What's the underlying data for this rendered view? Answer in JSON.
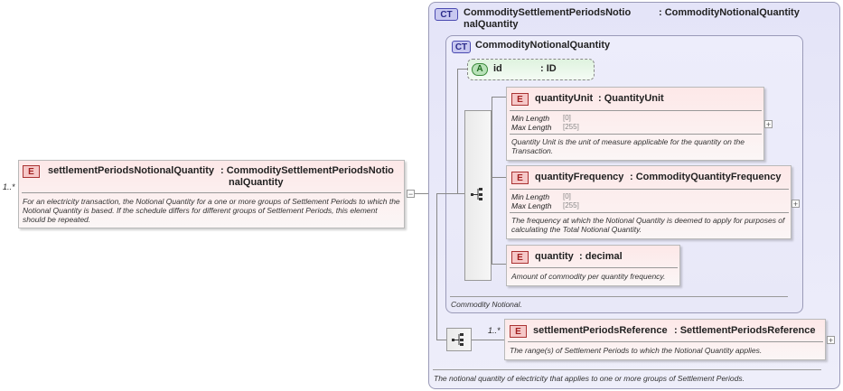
{
  "root": {
    "badge": "E",
    "multiplicity": "1..*",
    "name": "settlementPeriodsNotionalQuantity",
    "type_line1": ": CommoditySettlementPeriodsNotio",
    "type_line2": "nalQuantity",
    "doc": "For an electricity transaction, the Notional Quantity for a one or more groups of Settlement Periods to which the Notional Quantity is based. If the schedule differs for different groups of Settlement Periods, this element should be repeated.",
    "collapse_symbol": "−"
  },
  "outer_type": {
    "badge": "CT",
    "name_line1": "CommoditySettlementPeriodsNotio",
    "name_line2": "nalQuantity",
    "base": ": CommodityNotionalQuantity",
    "doc": "The notional quantity of electricity that applies to one or more groups of Settlement Periods."
  },
  "inner_type": {
    "badge": "CT",
    "name": "CommodityNotionalQuantity",
    "doc": "Commodity Notional.",
    "attribute": {
      "badge": "A",
      "name": "id",
      "type": ": ID"
    },
    "elements": [
      {
        "badge": "E",
        "name": "quantityUnit",
        "type": ": QuantityUnit",
        "facets": [
          {
            "label": "Min Length",
            "value": "[0]"
          },
          {
            "label": "Max Length",
            "value": "[255]"
          }
        ],
        "doc": "Quantity Unit is the unit of measure applicable for the quantity on the Transaction.",
        "expand_symbol": "+"
      },
      {
        "badge": "E",
        "name": "quantityFrequency",
        "type": ": CommodityQuantityFrequency",
        "facets": [
          {
            "label": "Min Length",
            "value": "[0]"
          },
          {
            "label": "Max Length",
            "value": "[255]"
          }
        ],
        "doc": "The frequency at which the Notional Quantity is deemed to apply for purposes of calculating the Total Notional Quantity.",
        "expand_symbol": "+"
      },
      {
        "badge": "E",
        "name": "quantity",
        "type": ": decimal",
        "doc": "Amount of commodity per quantity frequency."
      }
    ]
  },
  "reference": {
    "badge": "E",
    "multiplicity": "1..*",
    "name": "settlementPeriodsReference",
    "type": ": SettlementPeriodsReference",
    "doc": "The range(s) of Settlement Periods to which the Notional Quantity applies.",
    "expand_symbol": "+"
  }
}
